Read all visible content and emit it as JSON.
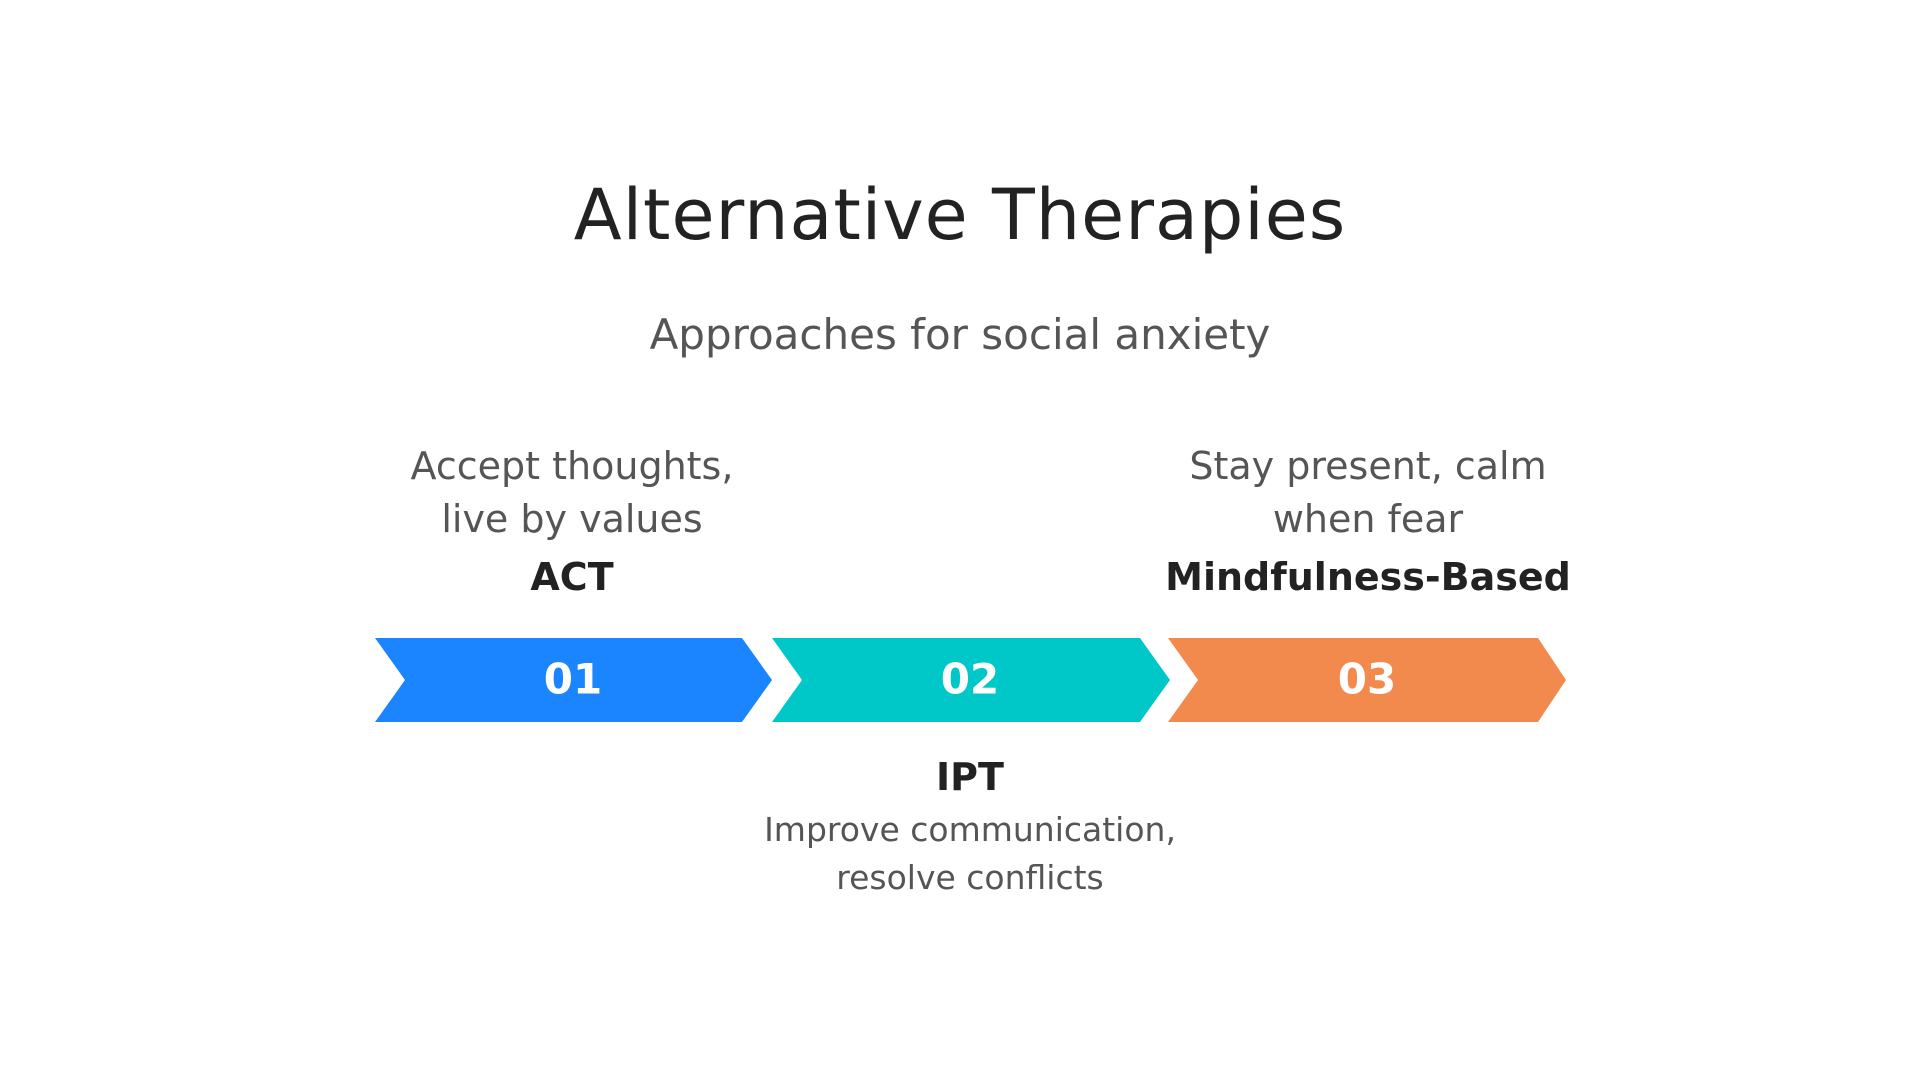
{
  "header": {
    "title": "Alternative Therapies",
    "subtitle": "Approaches for social anxiety"
  },
  "steps": [
    {
      "number": "01",
      "label": "ACT",
      "description_line1": "Accept thoughts,",
      "description_line2": "live by values",
      "color": "#1A85FF",
      "position": "above"
    },
    {
      "number": "02",
      "label": "IPT",
      "description_line1": "Improve communication,",
      "description_line2": "resolve conflicts",
      "color": "#00C8C8",
      "position": "below"
    },
    {
      "number": "03",
      "label": "Mindfulness-Based",
      "description_line1": "Stay present, calm",
      "description_line2": "when fear",
      "color": "#F28A4E",
      "position": "above"
    }
  ]
}
